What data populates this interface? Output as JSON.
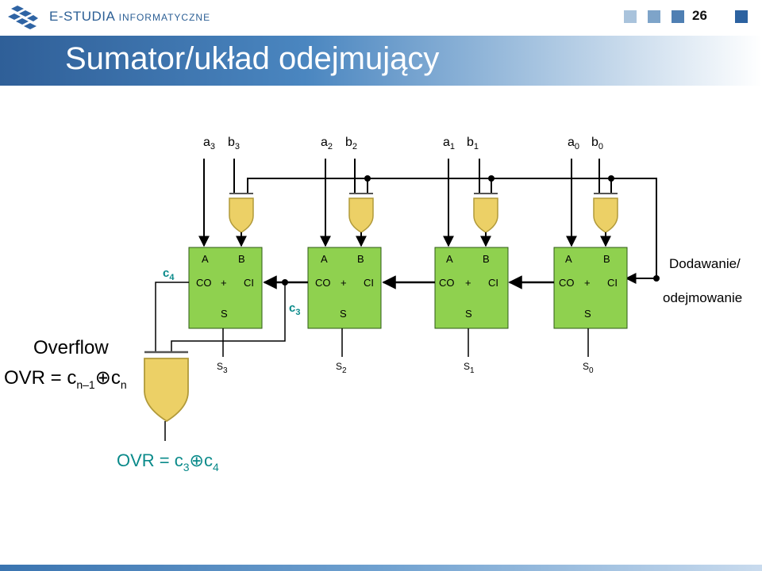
{
  "header": {
    "brand_main": "E-STUDIA",
    "brand_sub": "INFORMATYCZNE",
    "page_number": "26",
    "squares": [
      "#a9c3dc",
      "#7ea4c9",
      "#4f7fb3",
      "#2c62a0"
    ]
  },
  "slide": {
    "title": "Sumator/układ odejmujący"
  },
  "diagram": {
    "stages": [
      {
        "a": "a",
        "a_sub": "3",
        "b": "b",
        "b_sub": "3",
        "s": "S",
        "s_sub": "3"
      },
      {
        "a": "a",
        "a_sub": "2",
        "b": "b",
        "b_sub": "2",
        "s": "S",
        "s_sub": "2"
      },
      {
        "a": "a",
        "a_sub": "1",
        "b": "b",
        "b_sub": "1",
        "s": "S",
        "s_sub": "1"
      },
      {
        "a": "a",
        "a_sub": "0",
        "b": "b",
        "b_sub": "0",
        "s": "S",
        "s_sub": "0"
      }
    ],
    "adder_labels": {
      "A": "A",
      "B": "B",
      "CO": "CO",
      "plus": "+",
      "CI": "CI",
      "S": "S"
    },
    "carry4": {
      "c": "c",
      "sub": "4"
    },
    "carry3": {
      "c": "c",
      "sub": "3"
    },
    "control_label_line1": "Dodawanie/",
    "control_label_line2": "odejmowanie",
    "overflow_label": "Overflow",
    "ovr_general": {
      "prefix": "OVR = c",
      "sub1": "n–1",
      "op": "⊕",
      "c2": "c",
      "sub2": "n"
    },
    "ovr_specific": {
      "prefix": "OVR = c",
      "sub1": "3",
      "op": "⊕",
      "c2": "c",
      "sub2": "4"
    },
    "colors": {
      "adder_fill": "#8fd14f",
      "gate_fill": "#ecd066",
      "teal": "#0a8a8a",
      "wire": "#000000"
    }
  }
}
